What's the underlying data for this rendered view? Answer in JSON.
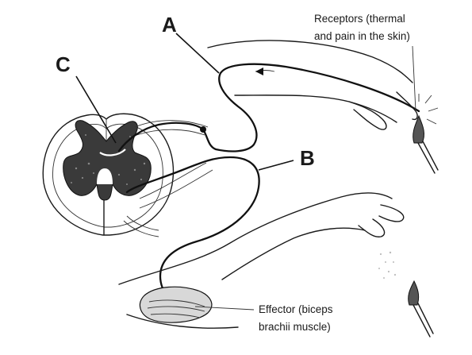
{
  "labels": {
    "a": "A",
    "b": "B",
    "c": "C"
  },
  "receptors": {
    "line1": "Receptors (thermal",
    "line2": "and pain in the skin)"
  },
  "effector": {
    "line1": "Effector (biceps",
    "line2": "brachii muscle)"
  },
  "colors": {
    "ink": "#1a1a1a",
    "grey_matter": "#3a3a3a",
    "background": "#ffffff"
  }
}
